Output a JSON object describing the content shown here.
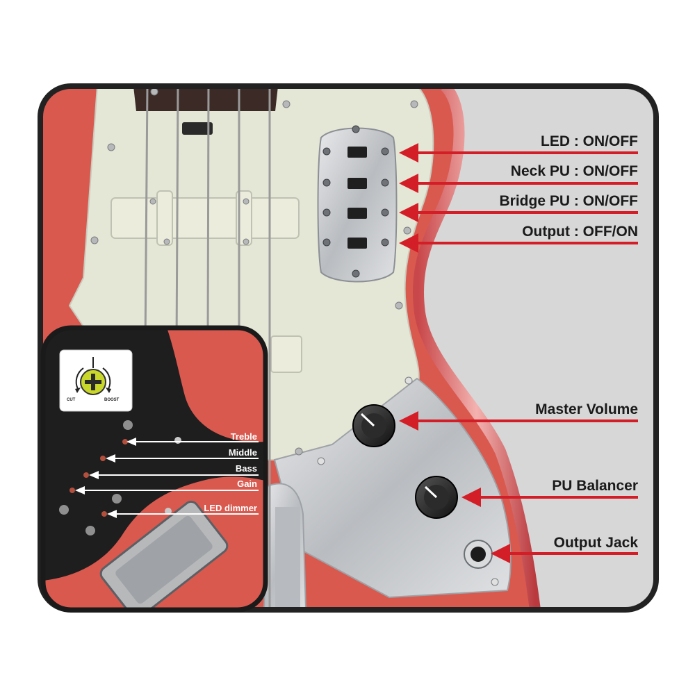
{
  "colors": {
    "body": "#d9594f",
    "pickguard": "#e5e6d8",
    "chrome": "#c8cacc",
    "panel_bg": "#d6d6d6",
    "frame": "#222222",
    "arrow": "#d41e27",
    "inset_bg": "#1e1e1e"
  },
  "callouts": {
    "led": "LED : ON/OFF",
    "neck_pu": "Neck PU : ON/OFF",
    "bridge_pu": "Bridge PU : ON/OFF",
    "output": "Output : OFF/ON",
    "master_volume": "Master Volume",
    "pu_balancer": "PU Balancer",
    "output_jack": "Output Jack"
  },
  "inset": {
    "labels": {
      "treble": "Treble",
      "middle": "Middle",
      "bass": "Bass",
      "gain": "Gain",
      "led_dimmer": "LED dimmer"
    },
    "icon": {
      "name": "cut-boost-knob-icon",
      "cut": "CUT",
      "boost": "BOOST"
    }
  }
}
